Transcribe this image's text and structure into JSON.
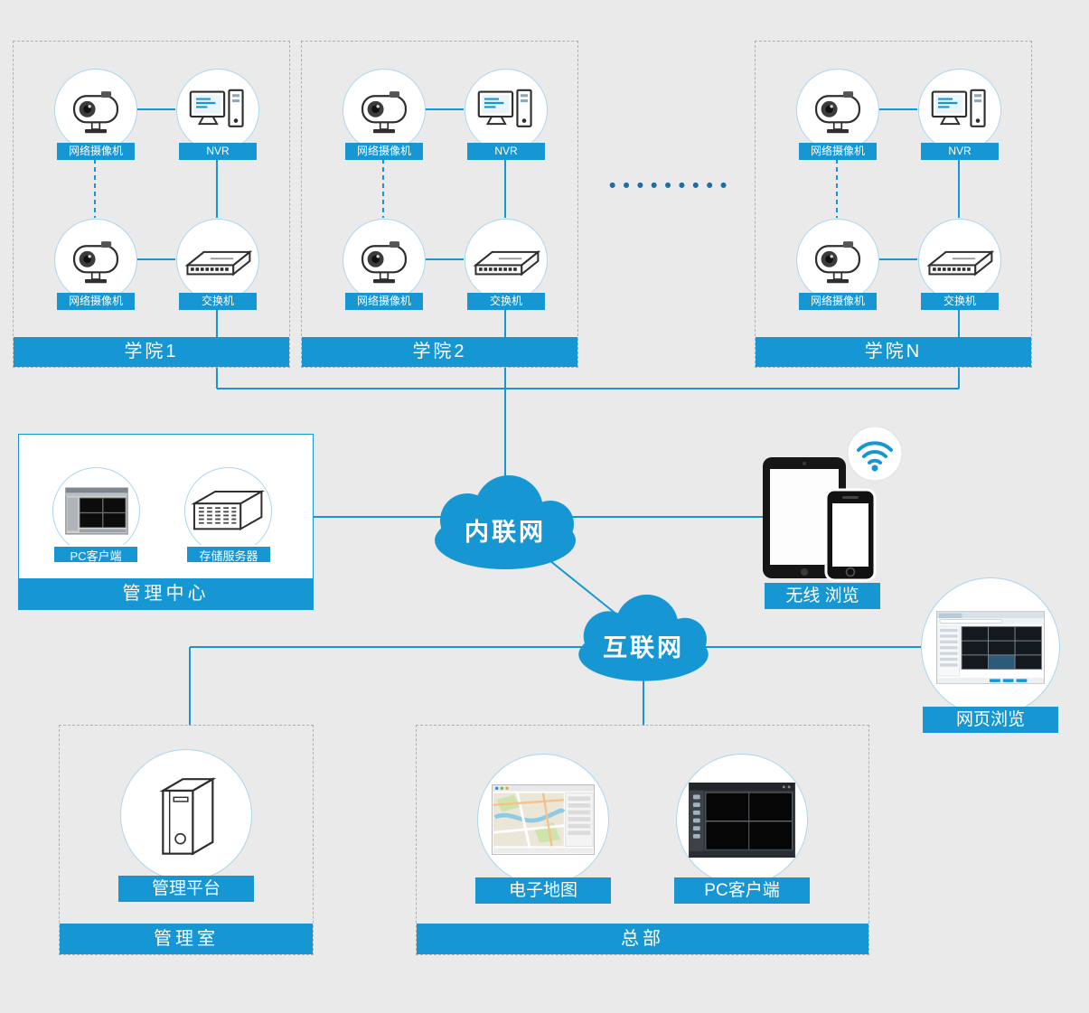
{
  "colors": {
    "accent": "#1697d4",
    "background": "#eaeaea"
  },
  "colleges": [
    {
      "name": "学院1",
      "camera_top": "网络摄像机",
      "nvr": "NVR",
      "camera_bottom": "网络摄像机",
      "switch": "交换机"
    },
    {
      "name": "学院2",
      "camera_top": "网络摄像机",
      "nvr": "NVR",
      "camera_bottom": "网络摄像机",
      "switch": "交换机"
    },
    {
      "name": "学院N",
      "camera_top": "网络摄像机",
      "nvr": "NVR",
      "camera_bottom": "网络摄像机",
      "switch": "交换机"
    }
  ],
  "ellipsis": "•••••••••",
  "management_center": {
    "title": "管理中心",
    "pc_client": "PC客户端",
    "storage_server": "存储服务器"
  },
  "clouds": {
    "intranet": "内联网",
    "internet": "互联网"
  },
  "wireless_browsing": {
    "label": "无线 浏览"
  },
  "web_browsing": {
    "label": "网页浏览"
  },
  "management_room": {
    "title": "管理室",
    "platform": "管理平台"
  },
  "headquarters": {
    "title": "总部",
    "map": "电子地图",
    "pc_client": "PC客户端"
  }
}
